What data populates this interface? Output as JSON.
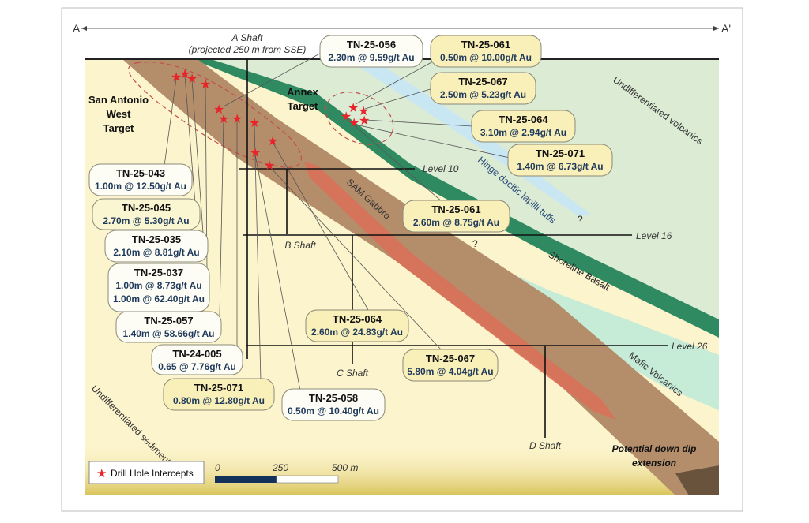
{
  "section": {
    "left_end": "A",
    "right_end": "A'"
  },
  "colors": {
    "sediments": "#fcf4cc",
    "volcanics": "#dcebd4",
    "basalt": "#2f8a62",
    "tuff": "#c9e7f3",
    "mafic": "#c6ebd6",
    "gabbro": "#b48e6b",
    "core": "#d9705a",
    "star": "#e8232a",
    "callout_yellow": "#f9efb8",
    "callout_white": "#fdfdf6"
  },
  "shafts": {
    "a_shaft": "A Shaft",
    "a_shaft_note": "(projected 250 m from SSE)",
    "b_shaft": "B Shaft",
    "c_shaft": "C Shaft",
    "d_shaft": "D Shaft"
  },
  "levels": {
    "level10": "Level 10",
    "level16": "Level 16",
    "level26": "Level 26"
  },
  "units": {
    "san_antonio": [
      "San Antonio",
      "West",
      "Target"
    ],
    "annex": [
      "Annex",
      "Target"
    ],
    "volcanics": "Undifferentiated volcanics",
    "tuffs": "Hinge dacitic lapilli tuffs",
    "gabbro": "SAM Gabbro",
    "basalt": "Shoreline Basalt",
    "mafic": "Mafic Volcanics",
    "sediments": "Undifferentiated sediments",
    "downdip": [
      "Potential down dip",
      "extension"
    ],
    "question": "?"
  },
  "callouts": [
    {
      "id": "TN-25-056",
      "lines": [
        "2.30m @ 9.59g/t Au"
      ]
    },
    {
      "id": "TN-25-061",
      "lines": [
        "0.50m @ 10.00g/t Au"
      ]
    },
    {
      "id": "TN-25-067",
      "lines": [
        "2.50m @ 5.23g/t Au"
      ]
    },
    {
      "id": "TN-25-064",
      "lines": [
        "3.10m @ 2.94g/t Au"
      ]
    },
    {
      "id": "TN-25-071",
      "lines": [
        "1.40m @ 6.73g/t Au"
      ]
    },
    {
      "id": "TN-25-043",
      "lines": [
        "1.00m @ 12.50g/t Au"
      ]
    },
    {
      "id": "TN-25-045",
      "lines": [
        "2.70m @ 5.30g/t Au"
      ]
    },
    {
      "id": "TN-25-035",
      "lines": [
        "2.10m @ 8.81g/t Au"
      ]
    },
    {
      "id": "TN-25-037",
      "lines": [
        "1.00m @ 8.73g/t Au",
        "1.00m @ 62.40g/t Au"
      ]
    },
    {
      "id": "TN-25-057",
      "lines": [
        "1.40m @ 58.66g/t Au"
      ]
    },
    {
      "id": "TN-24-005",
      "lines": [
        "0.65 @ 7.76g/t Au"
      ]
    },
    {
      "id": "TN-25-071",
      "lines": [
        "0.80m @ 12.80g/t Au"
      ]
    },
    {
      "id": "TN-25-058",
      "lines": [
        "0.50m @ 10.40g/t Au"
      ]
    },
    {
      "id": "TN-25-064",
      "lines": [
        "2.60m @ 24.83g/t Au"
      ]
    },
    {
      "id": "TN-25-067",
      "lines": [
        "5.80m @ 4.04g/t Au"
      ]
    },
    {
      "id": "TN-25-061",
      "lines": [
        "2.60m @ 8.75g/t Au"
      ]
    }
  ],
  "legend": {
    "label": "Drill Hole Intercepts"
  },
  "scale": {
    "ticks": [
      "0",
      "250",
      "500 m"
    ]
  }
}
